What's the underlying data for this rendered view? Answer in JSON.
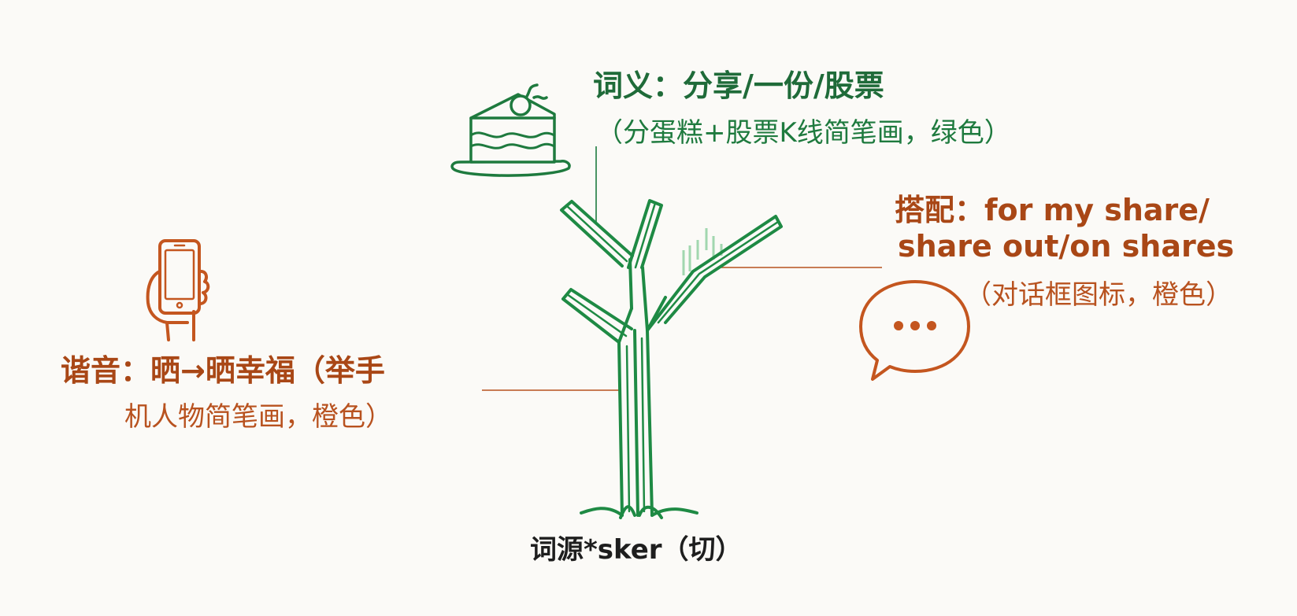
{
  "diagram": {
    "meaning": {
      "heading": "词义：分享/一份/股票",
      "note": "（分蛋糕+股票K线简笔画，绿色）"
    },
    "collocation": {
      "line1": "搭配：for my share/",
      "line2": "share out/on shares",
      "note": "（对话框图标，橙色）"
    },
    "homophone": {
      "heading": "谐音：晒→晒幸福（举手",
      "note": "机人物简笔画，橙色）"
    },
    "etymology": {
      "label": "词源*sker（切）"
    },
    "icons": {
      "cake": "cake-slice-icon",
      "chat": "chat-bubble-icon",
      "phone": "hand-holding-phone-icon",
      "tree": "tree-icon",
      "kline": "stock-kline-icon"
    },
    "colors": {
      "green": "#1E7A3E",
      "orange": "#C4561F",
      "background": "#FBFAF7"
    }
  }
}
